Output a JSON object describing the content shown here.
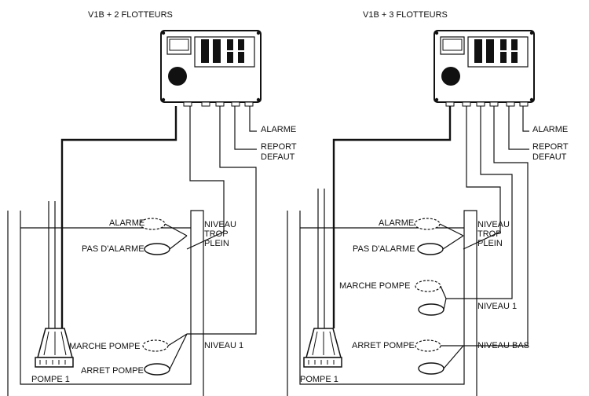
{
  "left": {
    "title": "V1B + 2 FLOTTEURS",
    "labels": {
      "alarme": "ALARME",
      "report1": "REPORT",
      "report2": "DEFAUT",
      "alarme_float": "ALARME",
      "pas_alarme": "PAS D'ALARME",
      "niveau1": "NIVEAU",
      "niveau2": "TROP",
      "niveau3": "PLEIN",
      "marche": "MARCHE POMPE",
      "arret": "ARRET POMPE",
      "niveau_1": "NIVEAU 1",
      "pompe": "POMPE 1"
    }
  },
  "right": {
    "title": "V1B + 3 FLOTTEURS",
    "labels": {
      "alarme": "ALARME",
      "report1": "REPORT",
      "report2": "DEFAUT",
      "alarme_float": "ALARME",
      "pas_alarme": "PAS D'ALARME",
      "niveau1": "NIVEAU",
      "niveau2": "TROP",
      "niveau3": "PLEIN",
      "marche": "MARCHE POMPE",
      "niveau_1": "NIVEAU 1",
      "arret": "ARRET POMPE",
      "niveau_bas": "NIVEAU BAS",
      "pompe": "POMPE 1"
    }
  }
}
